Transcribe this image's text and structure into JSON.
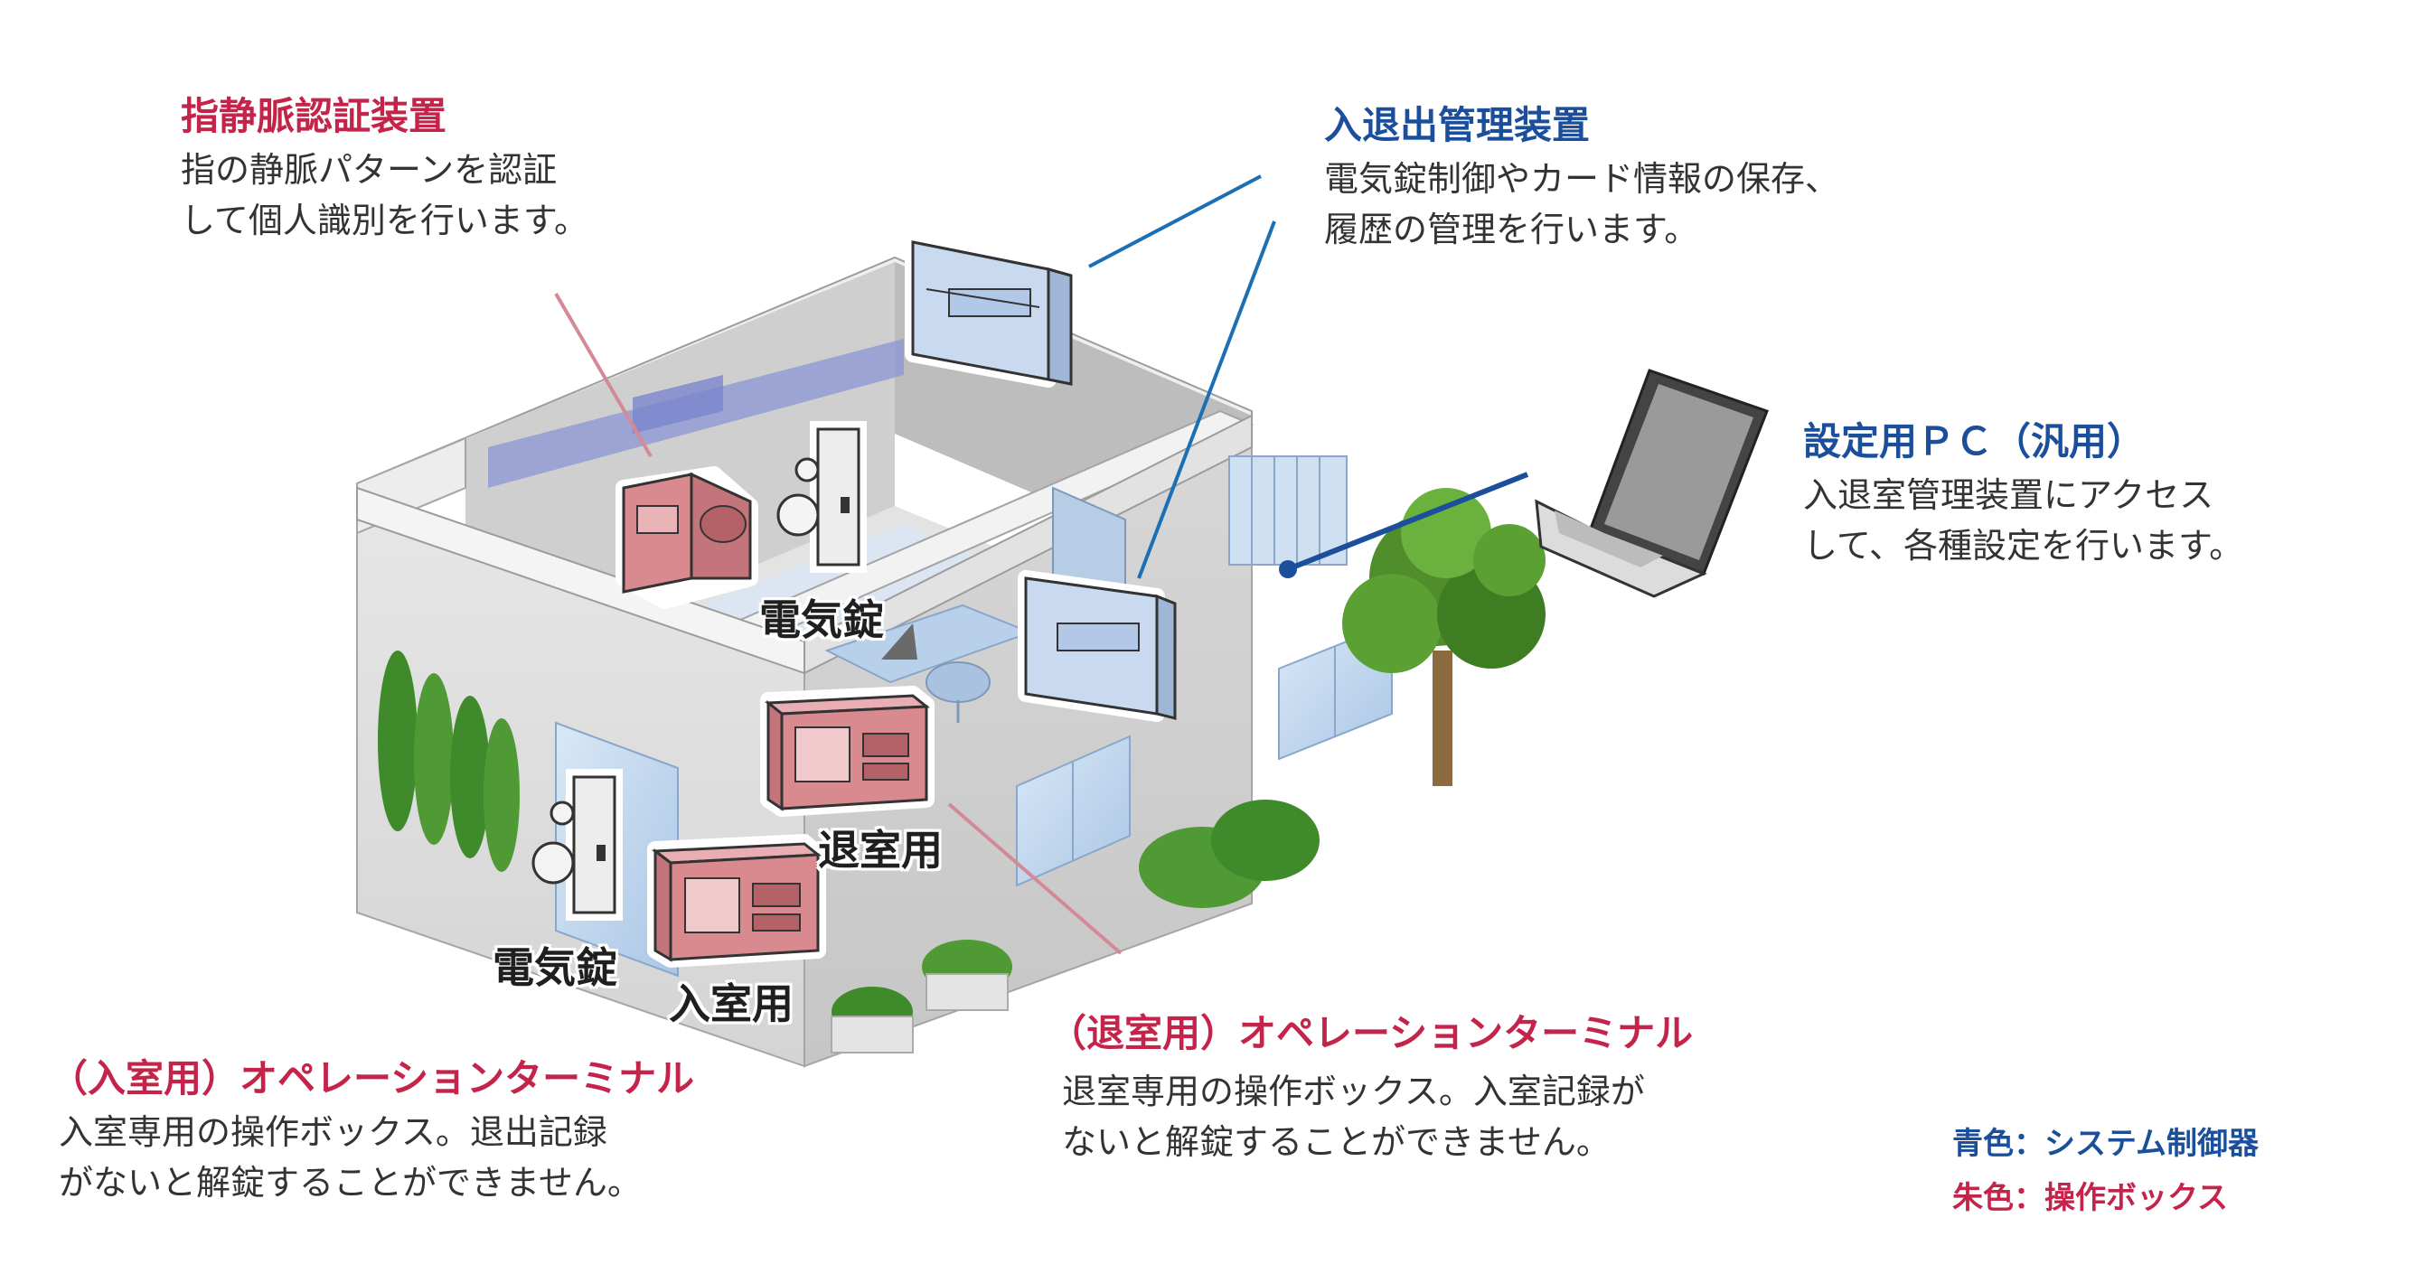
{
  "colors": {
    "control_blue": "#1b4f9c",
    "operation_red": "#c4234a",
    "device_pink": "#d88a8f",
    "panel_blue": "#c9daf0"
  },
  "callouts": {
    "vein": {
      "title": "指静脈認証装置",
      "desc": [
        "指の静脈パターンを認証",
        "して個人識別を行います。"
      ]
    },
    "access_control": {
      "title": "入退出管理装置",
      "desc": [
        "電気錠制御やカード情報の保存、",
        "履歴の管理を行います。"
      ]
    },
    "pc": {
      "title": "設定用ＰＣ（汎用）",
      "desc": [
        "入退室管理装置にアクセス",
        "して、各種設定を行います。"
      ]
    },
    "entry_terminal": {
      "title": "（入室用）オペレーションターミナル",
      "desc": [
        "入室専用の操作ボックス。退出記録",
        "がないと解錠することができません。"
      ]
    },
    "exit_terminal": {
      "title": "（退室用）オペレーションターミナル",
      "desc": [
        "退室専用の操作ボックス。入室記録が",
        "ないと解錠することができません。"
      ]
    }
  },
  "labels": {
    "lock_upper": "電気錠",
    "lock_lower": "電気錠",
    "exit_box": "退室用",
    "entry_box": "入室用"
  },
  "legend": {
    "blue": "青色：システム制御器",
    "red": "朱色：操作ボックス"
  },
  "icons": [
    "finger-vein-scanner-icon",
    "control-panel-icon",
    "laptop-icon",
    "electric-lock-icon",
    "terminal-box-icon",
    "tree-icon"
  ]
}
